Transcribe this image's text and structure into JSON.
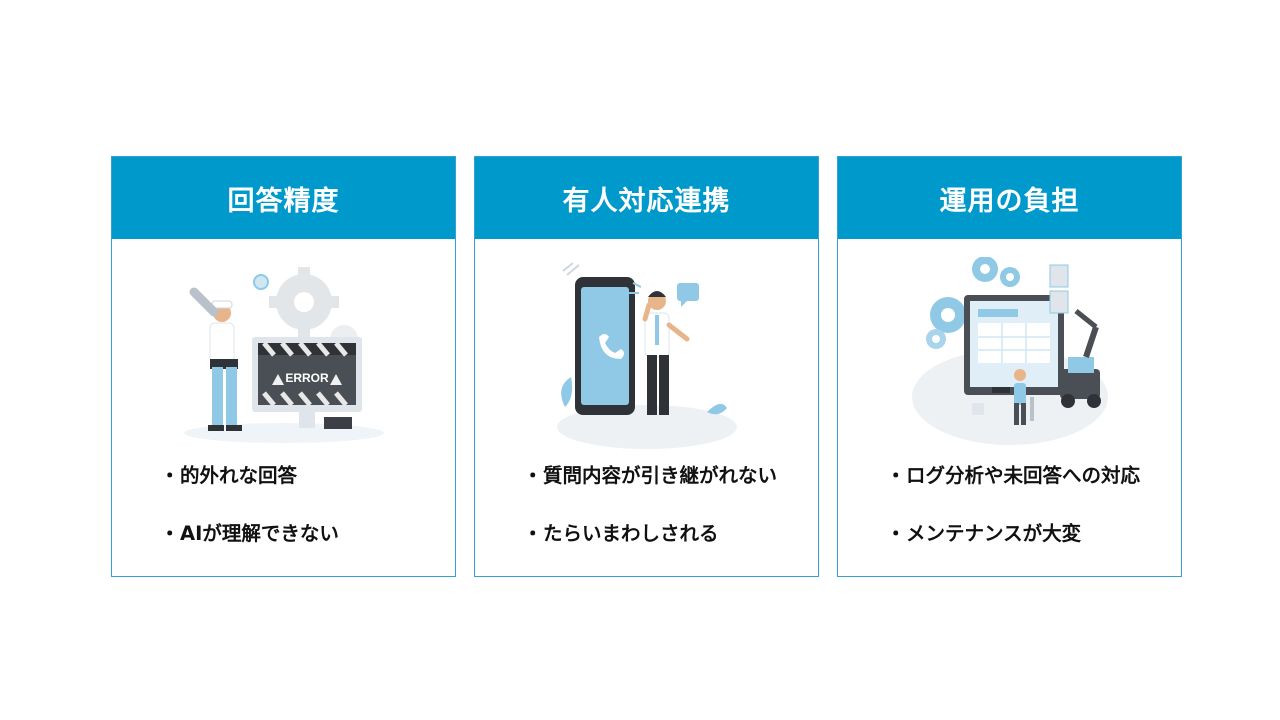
{
  "cards": [
    {
      "title": "回答精度",
      "bullets": [
        "的外れな回答",
        "AIが理解できない"
      ],
      "illustration": "error-repair-icon"
    },
    {
      "title": "有人対応連携",
      "bullets": [
        "質問内容が引き継がれない",
        "たらいまわしされる"
      ],
      "illustration": "phone-call-icon"
    },
    {
      "title": "運用の負担",
      "bullets": [
        "ログ分析や未回答への対応",
        "メンテナンスが大変"
      ],
      "illustration": "maintenance-robot-icon"
    }
  ],
  "bullet_marker": "・",
  "error_label": "ERROR",
  "colors": {
    "header": "#0099cc",
    "border": "#3a9fd0",
    "accent": "#8fc9e6"
  }
}
